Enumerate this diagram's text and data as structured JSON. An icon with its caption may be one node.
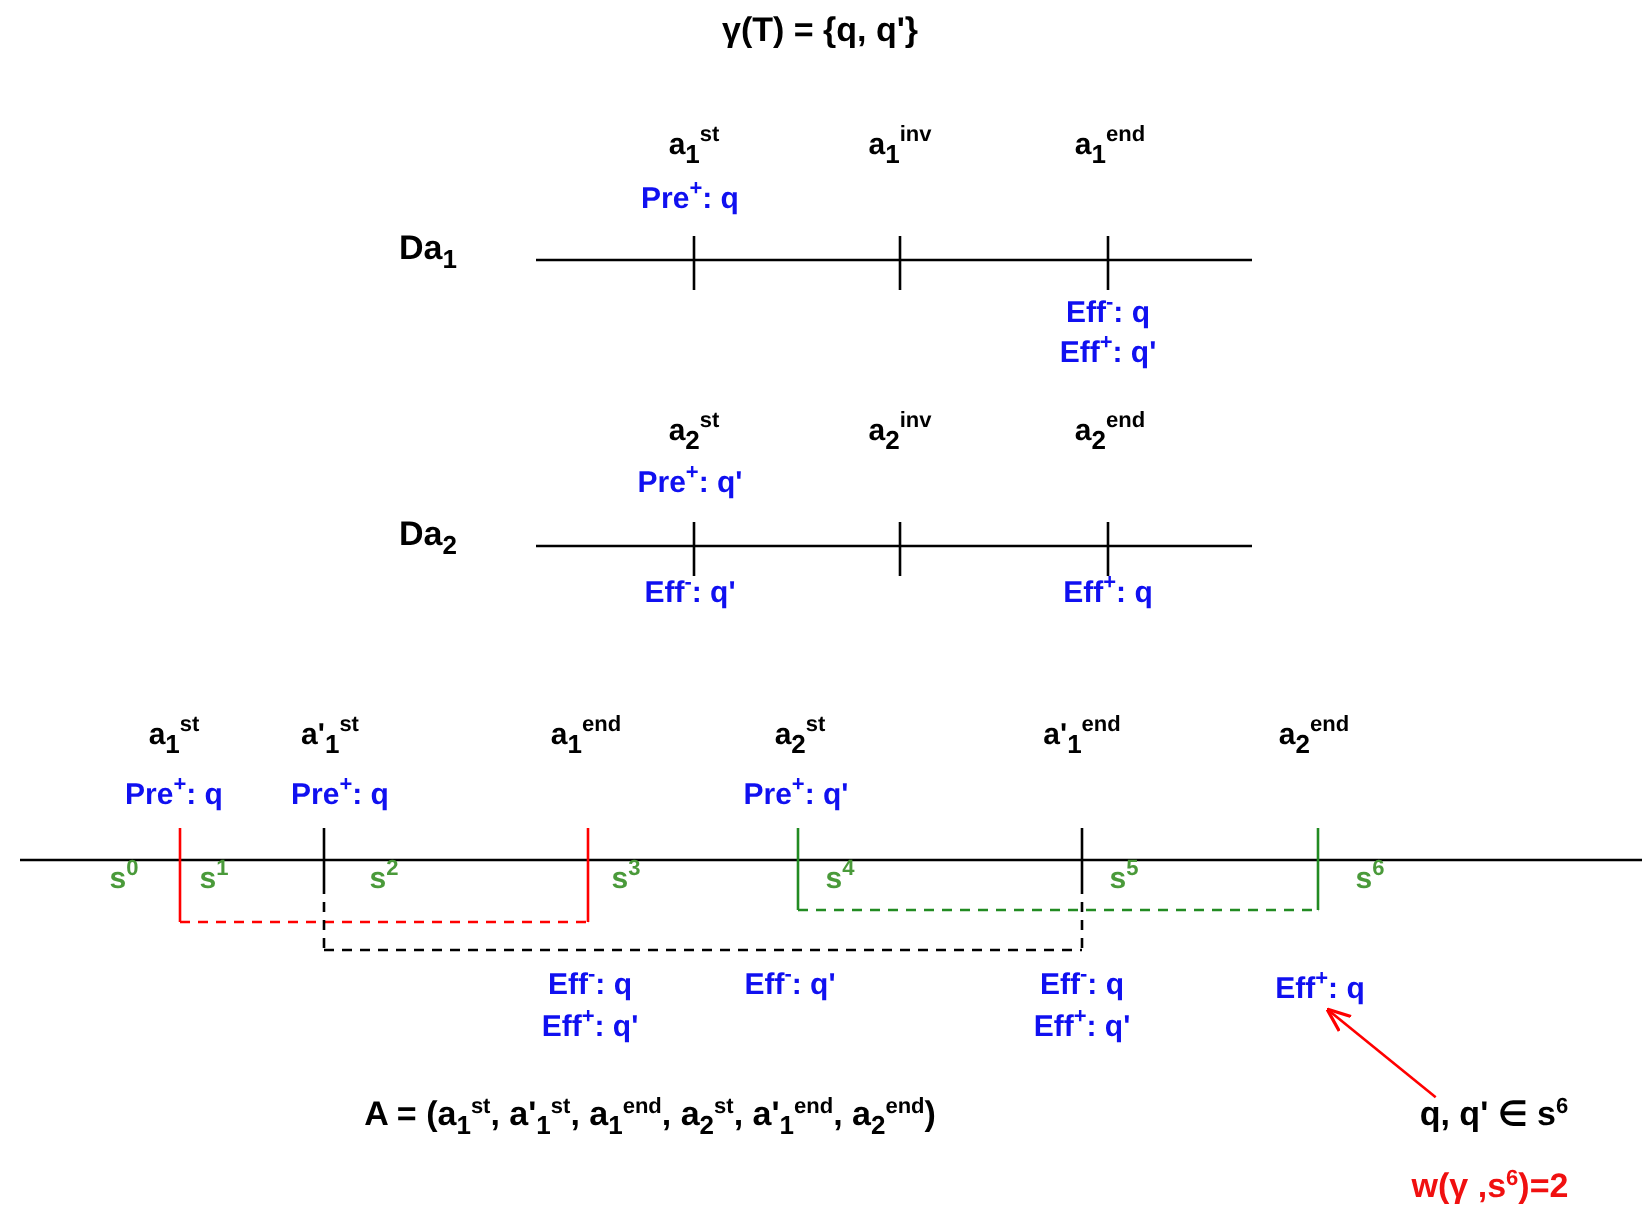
{
  "diagram": {
    "title": "γ(T) = {q, q'}",
    "nodes": [
      {
        "text": [
          "Eff$^{+}$: q"
        ]
      },
      {
        "text": [
          "q, q' ∈ s$^{6}$"
        ]
      }
    ],
    "edges": [
      {
        "from": 1,
        "to": 0,
        "arrow": "to",
        "color": "#ff0000"
      }
    ],
    "labels": [
      "a$_{1}$$^{st}$",
      "a$_{1}$$^{inv}$",
      "a$_{1}$$^{end}$",
      "Pre$^{+}$: q",
      "Da$_{1}$",
      "Eff$^{-}$: q",
      "Eff$^{+}$: q'",
      "a$_{2}$$^{st}$",
      "a$_{2}$$^{inv}$",
      "a$_{2}$$^{end}$",
      "Pre$^{+}$: q'",
      "Da$_{2}$",
      "Eff$^{-}$: q'",
      "Eff$^{+}$: q",
      "a$_{1}$$^{st}$",
      "a'$_{1}$$^{st}$",
      "a$_{1}$$^{end}$",
      "a$_{2}$$^{st}$",
      "a'$_{1}$$^{end}$",
      "a$_{2}$$^{end}$",
      "Pre$^{+}$: q",
      "Pre$^{+}$: q",
      "Pre$^{+}$: q'",
      "s$^{0}$",
      "s$^{1}$",
      "s$^{2}$",
      "s$^{3}$",
      "s$^{4}$",
      "s$^{5}$",
      "s$^{6}$",
      "Eff$^{-}$: q",
      "Eff$^{+}$: q'",
      "Eff$^{-}$: q'",
      "Eff$^{-}$: q",
      "Eff$^{+}$: q'",
      "A = (a$_{1}$$^{st}$, a'$_{1}$$^{st}$, a$_{1}$$^{end}$, a$_{2}$$^{st}$, a'$_{1}$$^{end}$, a$_{2}$$^{end}$)",
      "w(γ ,s$^{6}$)=2"
    ]
  }
}
